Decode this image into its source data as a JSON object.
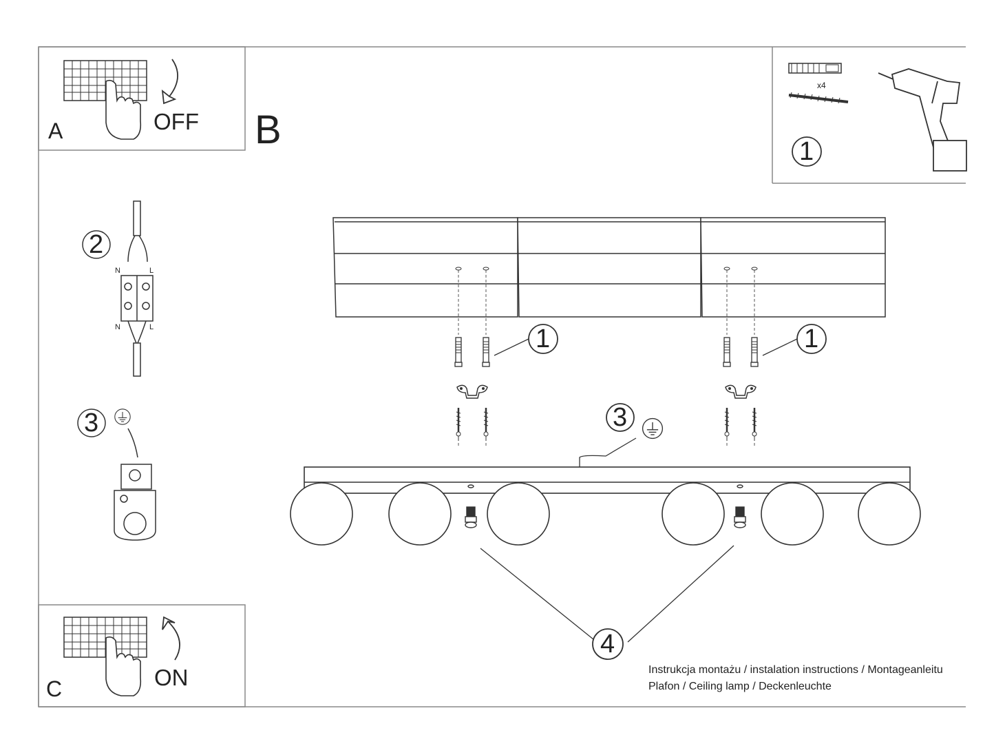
{
  "panels": {
    "a": {
      "letter": "A",
      "action": "OFF"
    },
    "b": {
      "letter": "B"
    },
    "c": {
      "letter": "C",
      "action": "ON"
    }
  },
  "tools": {
    "step": "1",
    "quantity": "x4"
  },
  "wiring": {
    "step2": "2",
    "step3": "3",
    "terminal_labels": {
      "n_top": "N",
      "l_top": "L",
      "n_bottom": "N",
      "l_bottom": "L"
    }
  },
  "diagram": {
    "step1_left": "1",
    "step1_right": "1",
    "step3": "3",
    "step4": "4",
    "globe_count": 6
  },
  "caption": {
    "line1": "Instrukcja montażu / instalation instructions / Montageanleitu",
    "line2": "Plafon / Ceiling lamp / Deckenleuchte"
  },
  "colors": {
    "stroke": "#333333",
    "border": "#888888"
  }
}
